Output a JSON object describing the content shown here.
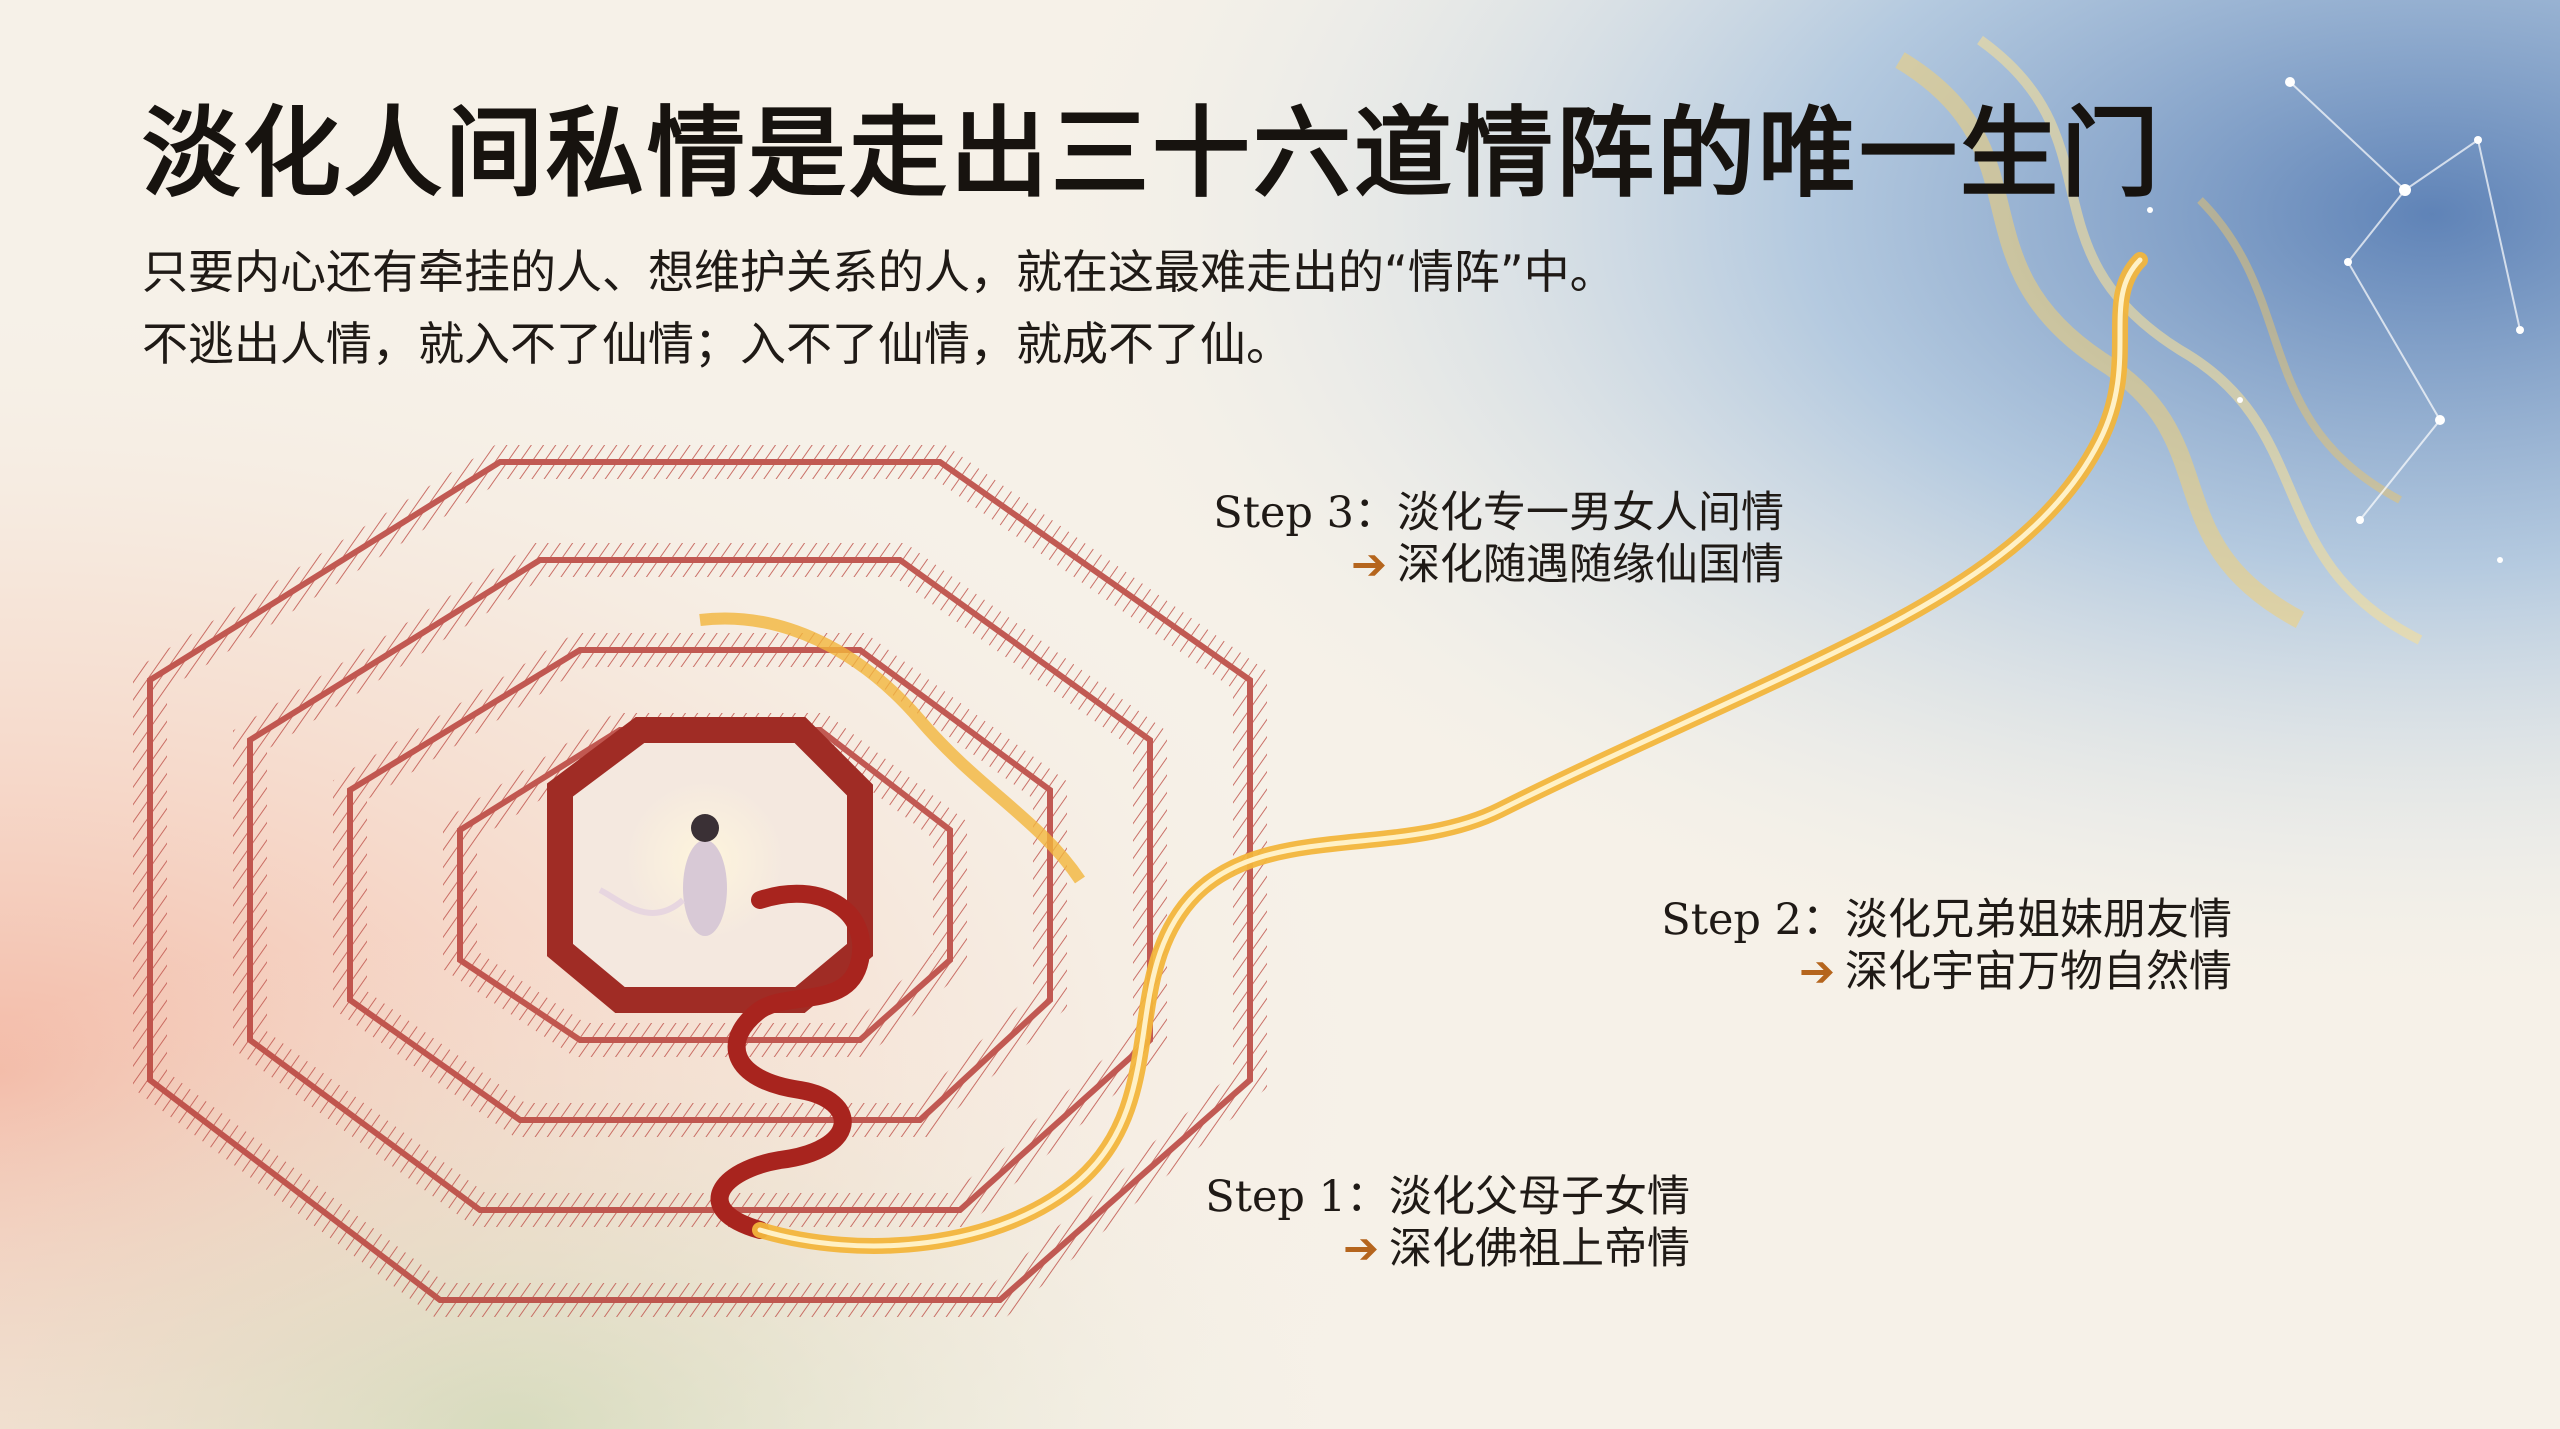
{
  "title": "淡化人间私情是走出三十六道情阵的唯一生门",
  "subtitle": {
    "line1": "只要内心还有牵挂的人、想维护关系的人，就在这最难走出的“情阵”中。",
    "line2": "不逃出人情，就入不了仙情；入不了仙情，就成不了仙。"
  },
  "steps": [
    {
      "label": "Step 3：淡化专一男女人间情",
      "arrow": "➔",
      "result": "深化随遇随缘仙国情"
    },
    {
      "label": "Step 2：淡化兄弟姐妹朋友情",
      "arrow": "➔",
      "result": "深化宇宙万物自然情"
    },
    {
      "label": "Step 1：淡化父母子女情",
      "arrow": "➔",
      "result": "深化佛祖上帝情"
    }
  ],
  "colors": {
    "maze_wall": "#b8403a",
    "path_red": "#a8241e",
    "path_gold": "#f2b53c",
    "arrow": "#b5651d",
    "sky": "#8fb1d6"
  }
}
